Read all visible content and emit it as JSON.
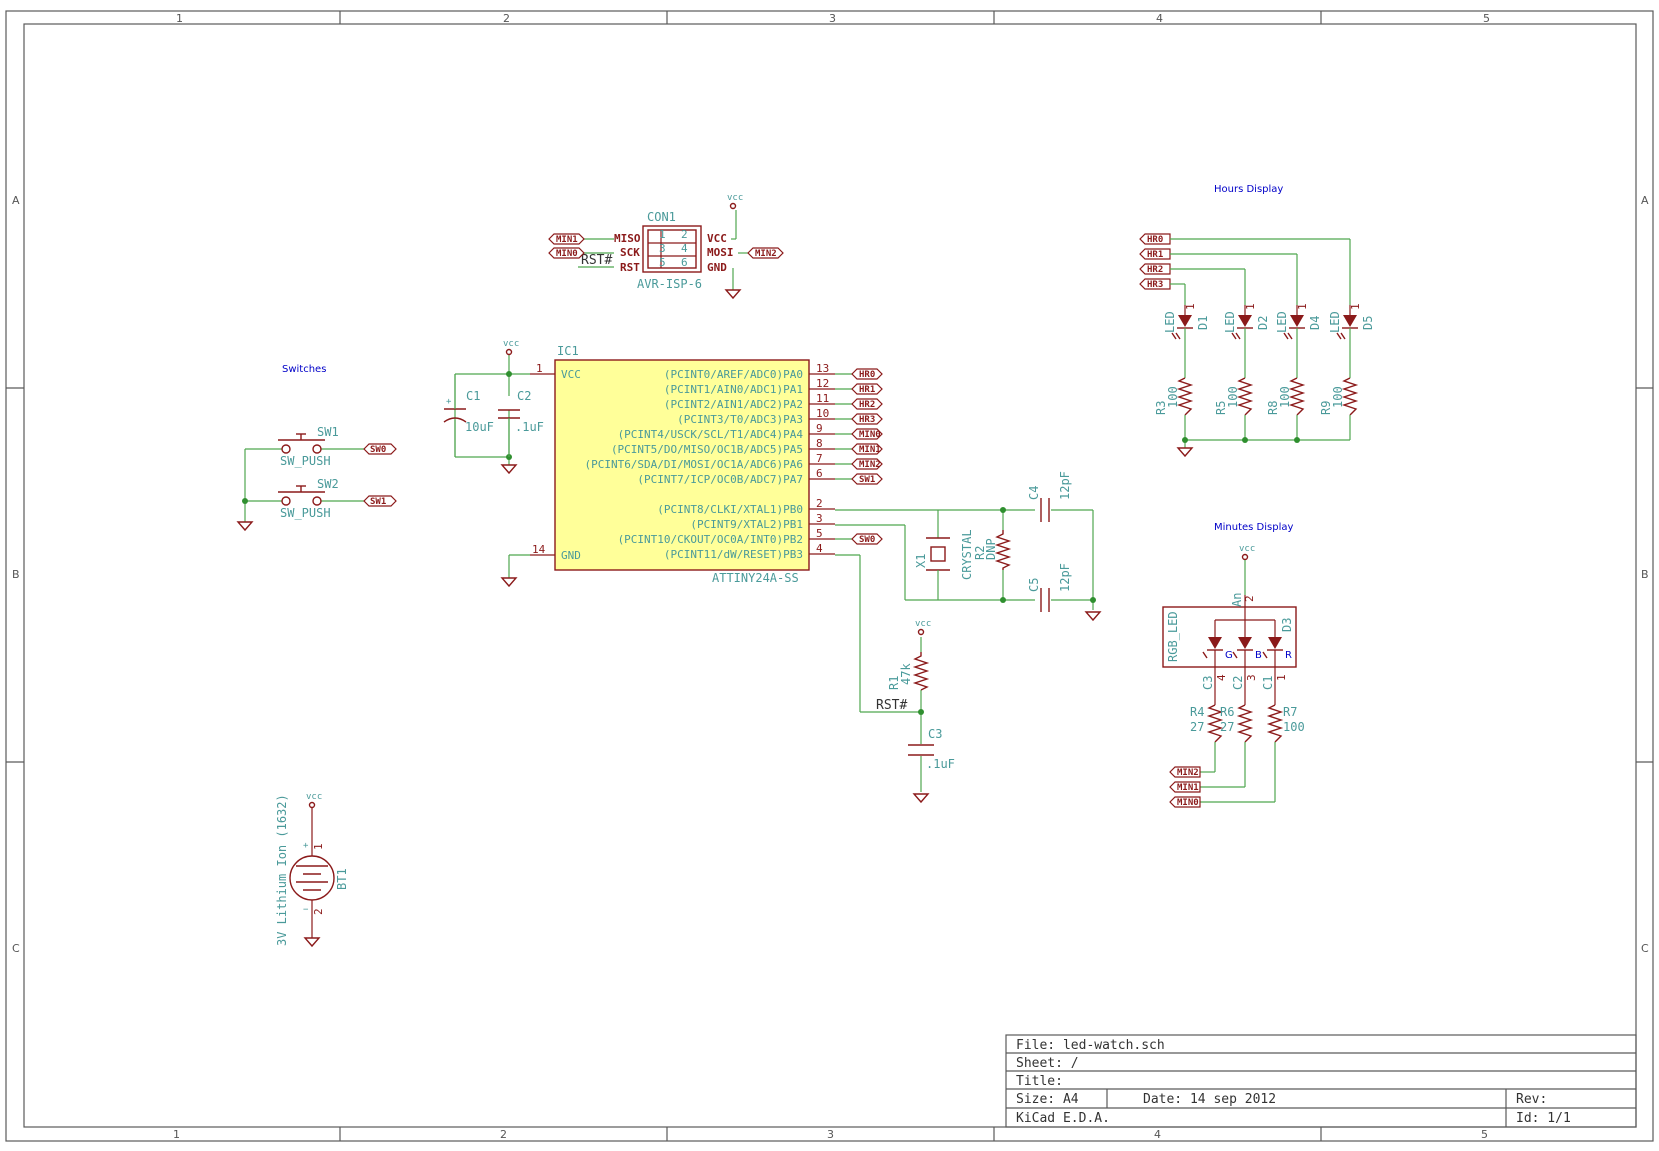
{
  "sheet": {
    "columns": [
      "1",
      "2",
      "3",
      "4",
      "5"
    ],
    "rows": [
      "A",
      "B",
      "C"
    ]
  },
  "section_titles": {
    "switches": "Switches",
    "hours": "Hours Display",
    "minutes": "Minutes Display"
  },
  "connector": {
    "ref": "CON1",
    "value": "AVR-ISP-6",
    "vcc_net": "vcc",
    "pins": [
      "1",
      "2",
      "3",
      "4",
      "5",
      "6"
    ],
    "left_names": [
      "MISO",
      "SCK",
      "RST"
    ],
    "right_names": [
      "VCC",
      "MOSI",
      "GND"
    ],
    "left_labels": [
      "MIN1",
      "MIN0"
    ],
    "right_label": "MIN2",
    "rst_net": "RST#"
  },
  "ic": {
    "ref": "IC1",
    "value": "ATTINY24A-SS",
    "vcc_name": "VCC",
    "gnd_name": "GND",
    "vcc_pin": "1",
    "gnd_pin": "14",
    "pins": [
      {
        "name": "(PCINT0/AREF/ADC0)PA0",
        "num": "13",
        "label": "HR0"
      },
      {
        "name": "(PCINT1/AIN0/ADC1)PA1",
        "num": "12",
        "label": "HR1"
      },
      {
        "name": "(PCINT2/AIN1/ADC2)PA2",
        "num": "11",
        "label": "HR2"
      },
      {
        "name": "(PCINT3/T0/ADC3)PA3",
        "num": "10",
        "label": "HR3"
      },
      {
        "name": "(PCINT4/USCK/SCL/T1/ADC4)PA4",
        "num": "9",
        "label": "MIN0"
      },
      {
        "name": "(PCINT5/DO/MISO/OC1B/ADC5)PA5",
        "num": "8",
        "label": "MIN1"
      },
      {
        "name": "(PCINT6/SDA/DI/MOSI/OC1A/ADC6)PA6",
        "num": "7",
        "label": "MIN2"
      },
      {
        "name": "(PCINT7/ICP/OC0B/ADC7)PA7",
        "num": "6",
        "label": "SW1"
      },
      {
        "name": "(PCINT8/CLKI/XTAL1)PB0",
        "num": "2",
        "label": ""
      },
      {
        "name": "(PCINT9/XTAL2)PB1",
        "num": "3",
        "label": ""
      },
      {
        "name": "(PCINT10/CKOUT/OC0A/INT0)PB2",
        "num": "5",
        "label": "SW0"
      },
      {
        "name": "(PCINT11/dW/RESET)PB3",
        "num": "4",
        "label": ""
      }
    ]
  },
  "caps": {
    "c1": {
      "ref": "C1",
      "value": "10uF"
    },
    "c2": {
      "ref": "C2",
      "value": ".1uF"
    },
    "c3": {
      "ref": "C3",
      "value": ".1uF"
    },
    "c4": {
      "ref": "C4",
      "value": "12pF"
    },
    "c5": {
      "ref": "C5",
      "value": "12pF"
    },
    "vcc_net": "vcc"
  },
  "crystal": {
    "ref": "X1",
    "value": "CRYSTAL"
  },
  "r2": {
    "ref": "R2",
    "value": "DNP"
  },
  "r1": {
    "ref": "R1",
    "value": "47k",
    "vcc_net": "vcc",
    "rst_net": "RST#"
  },
  "switches": [
    {
      "ref": "SW1",
      "value": "SW_PUSH",
      "label": "SW0"
    },
    {
      "ref": "SW2",
      "value": "SW_PUSH",
      "label": "SW1"
    }
  ],
  "battery": {
    "ref": "BT1",
    "value": "3V Lithium Ion (1632)",
    "vcc_net": "vcc",
    "pin1": "1",
    "pin2": "2"
  },
  "hours_leds": [
    {
      "ref": "D1",
      "value": "LED",
      "pin": "1",
      "label": "HR3",
      "res_ref": "R3",
      "res_val": "100"
    },
    {
      "ref": "D2",
      "value": "LED",
      "pin": "1",
      "label": "HR2",
      "res_ref": "R5",
      "res_val": "100"
    },
    {
      "ref": "D4",
      "value": "LED",
      "pin": "1",
      "label": "HR1",
      "res_ref": "R8",
      "res_val": "100"
    },
    {
      "ref": "D5",
      "value": "LED",
      "pin": "1",
      "label": "HR0",
      "res_ref": "R9",
      "res_val": "100"
    }
  ],
  "hours_labels": [
    "HR0",
    "HR1",
    "HR2",
    "HR3"
  ],
  "rgb": {
    "ref": "D3",
    "value": "RGB_LED",
    "vcc_net": "vcc",
    "an": "An",
    "an_pin": "2",
    "colors": [
      "G",
      "B",
      "R"
    ],
    "cathodes": [
      "C3",
      "C2",
      "C1"
    ],
    "cathode_pins": [
      "4",
      "3",
      "1"
    ],
    "resistors": [
      {
        "ref": "R4",
        "value": "27"
      },
      {
        "ref": "R6",
        "value": "27"
      },
      {
        "ref": "R7",
        "value": "100"
      }
    ],
    "labels": [
      "MIN2",
      "MIN1",
      "MIN0"
    ]
  },
  "title_block": {
    "file": "File: led-watch.sch",
    "sheet": "Sheet: /",
    "title": "Title:",
    "size": "Size: A4",
    "date": "Date: 14 sep 2012",
    "rev": "Rev:",
    "tool": "KiCad E.D.A.",
    "id": "Id: 1/1"
  }
}
